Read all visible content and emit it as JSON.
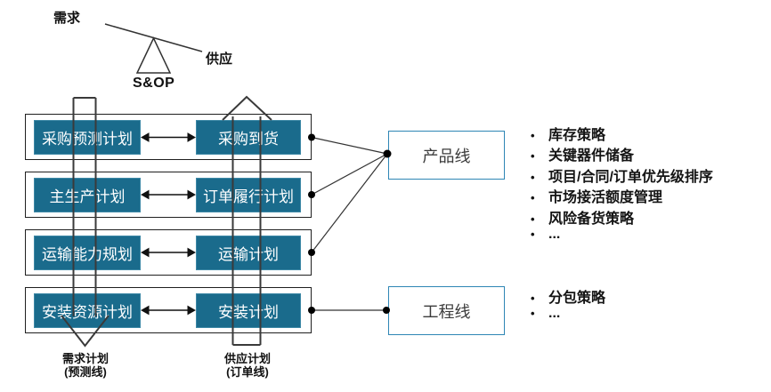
{
  "seesaw": {
    "demand_label": "需求",
    "supply_label": "供应",
    "caption": "S&OP"
  },
  "rows": [
    {
      "left": "采购预测计划",
      "right": "采购到货"
    },
    {
      "left": "主生产计划",
      "right": "订单履行计划"
    },
    {
      "left": "运输能力规划",
      "right": "运输计划"
    },
    {
      "left": "安装资源计划",
      "right": "安装计划"
    }
  ],
  "flow_lines": {
    "demand": {
      "title": "需求计划",
      "subtitle": "(预测线)"
    },
    "supply": {
      "title": "供应计划",
      "subtitle": "(订单线)"
    }
  },
  "groups": [
    {
      "label": "产品线",
      "bullets": [
        "库存策略",
        "关键器件储备",
        "项目/合同/订单优先级排序",
        "市场接活额度管理",
        "风险备货策略",
        "..."
      ]
    },
    {
      "label": "工程线",
      "bullets": [
        "分包策略",
        "..."
      ]
    }
  ],
  "bullet_marker": "•",
  "colors": {
    "plan_box_fill": "#1A6B8C",
    "plan_box_text": "#FFFFFF",
    "group_box_border": "#2E86B5",
    "line_color": "#333333"
  }
}
